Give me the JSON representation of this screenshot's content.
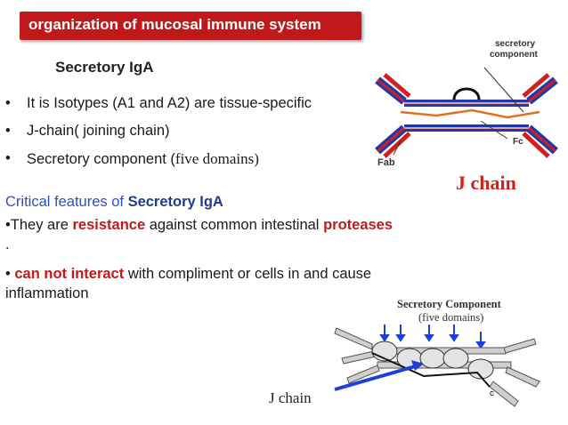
{
  "slide": {
    "title": "organization of mucosal immune system",
    "subtitle": "Secretory IgA",
    "bullets": [
      "It is Isotypes (A1 and A2) are tissue-specific",
      "J-chain( joining chain)"
    ],
    "bullet3_prefix": "Secretory component (",
    "bullet3_serif": "five domains)",
    "critical_prefix": "Critical features of ",
    "critical_bold": "Secretory IgA",
    "feat1_pre": "•They are ",
    "feat1_red1": "resistance",
    "feat1_mid": " against common intestinal ",
    "feat1_red2": "proteases",
    "dot": ".",
    "feat2_bullet": "• ",
    "feat2_red": "can not  interact",
    "feat2_rest": " with compliment or cells in and cause",
    "feat2_line2": "inflammation"
  },
  "figure1": {
    "secretory_component_line1": "secretory",
    "secretory_component_line2": "component",
    "fc": "Fc",
    "fab": "Fab",
    "j_chain": "J chain"
  },
  "figure2": {
    "title_line1": "Secretory Component",
    "title_line2": "(five domains)",
    "j_chain": "J chain",
    "label_c": "C"
  },
  "colors": {
    "title_bar": "#c0191c",
    "accent_red": "#c0191c",
    "accent_blue": "#2a52be",
    "arrow_blue": "#1e3fd8"
  }
}
